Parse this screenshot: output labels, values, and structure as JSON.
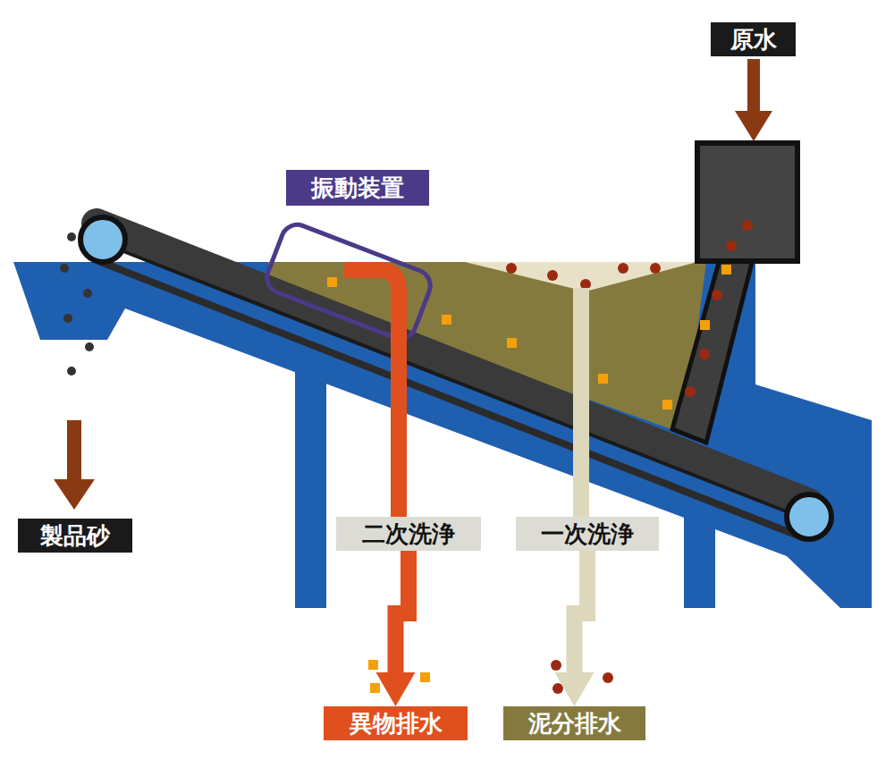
{
  "diagram": {
    "nodes": [
      {
        "text": [
          "原水"
        ]
      },
      {
        "text": [
          "振動装置"
        ]
      },
      {
        "text": [
          "製品砂"
        ]
      },
      {
        "text": [
          "二次洗浄"
        ]
      },
      {
        "text": [
          "一次洗浄"
        ]
      },
      {
        "text": [
          "異物排水"
        ]
      },
      {
        "text": [
          "泥分排水"
        ]
      }
    ],
    "edges": [
      {
        "from": 3,
        "to": 5,
        "arrow": "to"
      },
      {
        "from": 4,
        "to": 6,
        "arrow": "to"
      }
    ]
  }
}
